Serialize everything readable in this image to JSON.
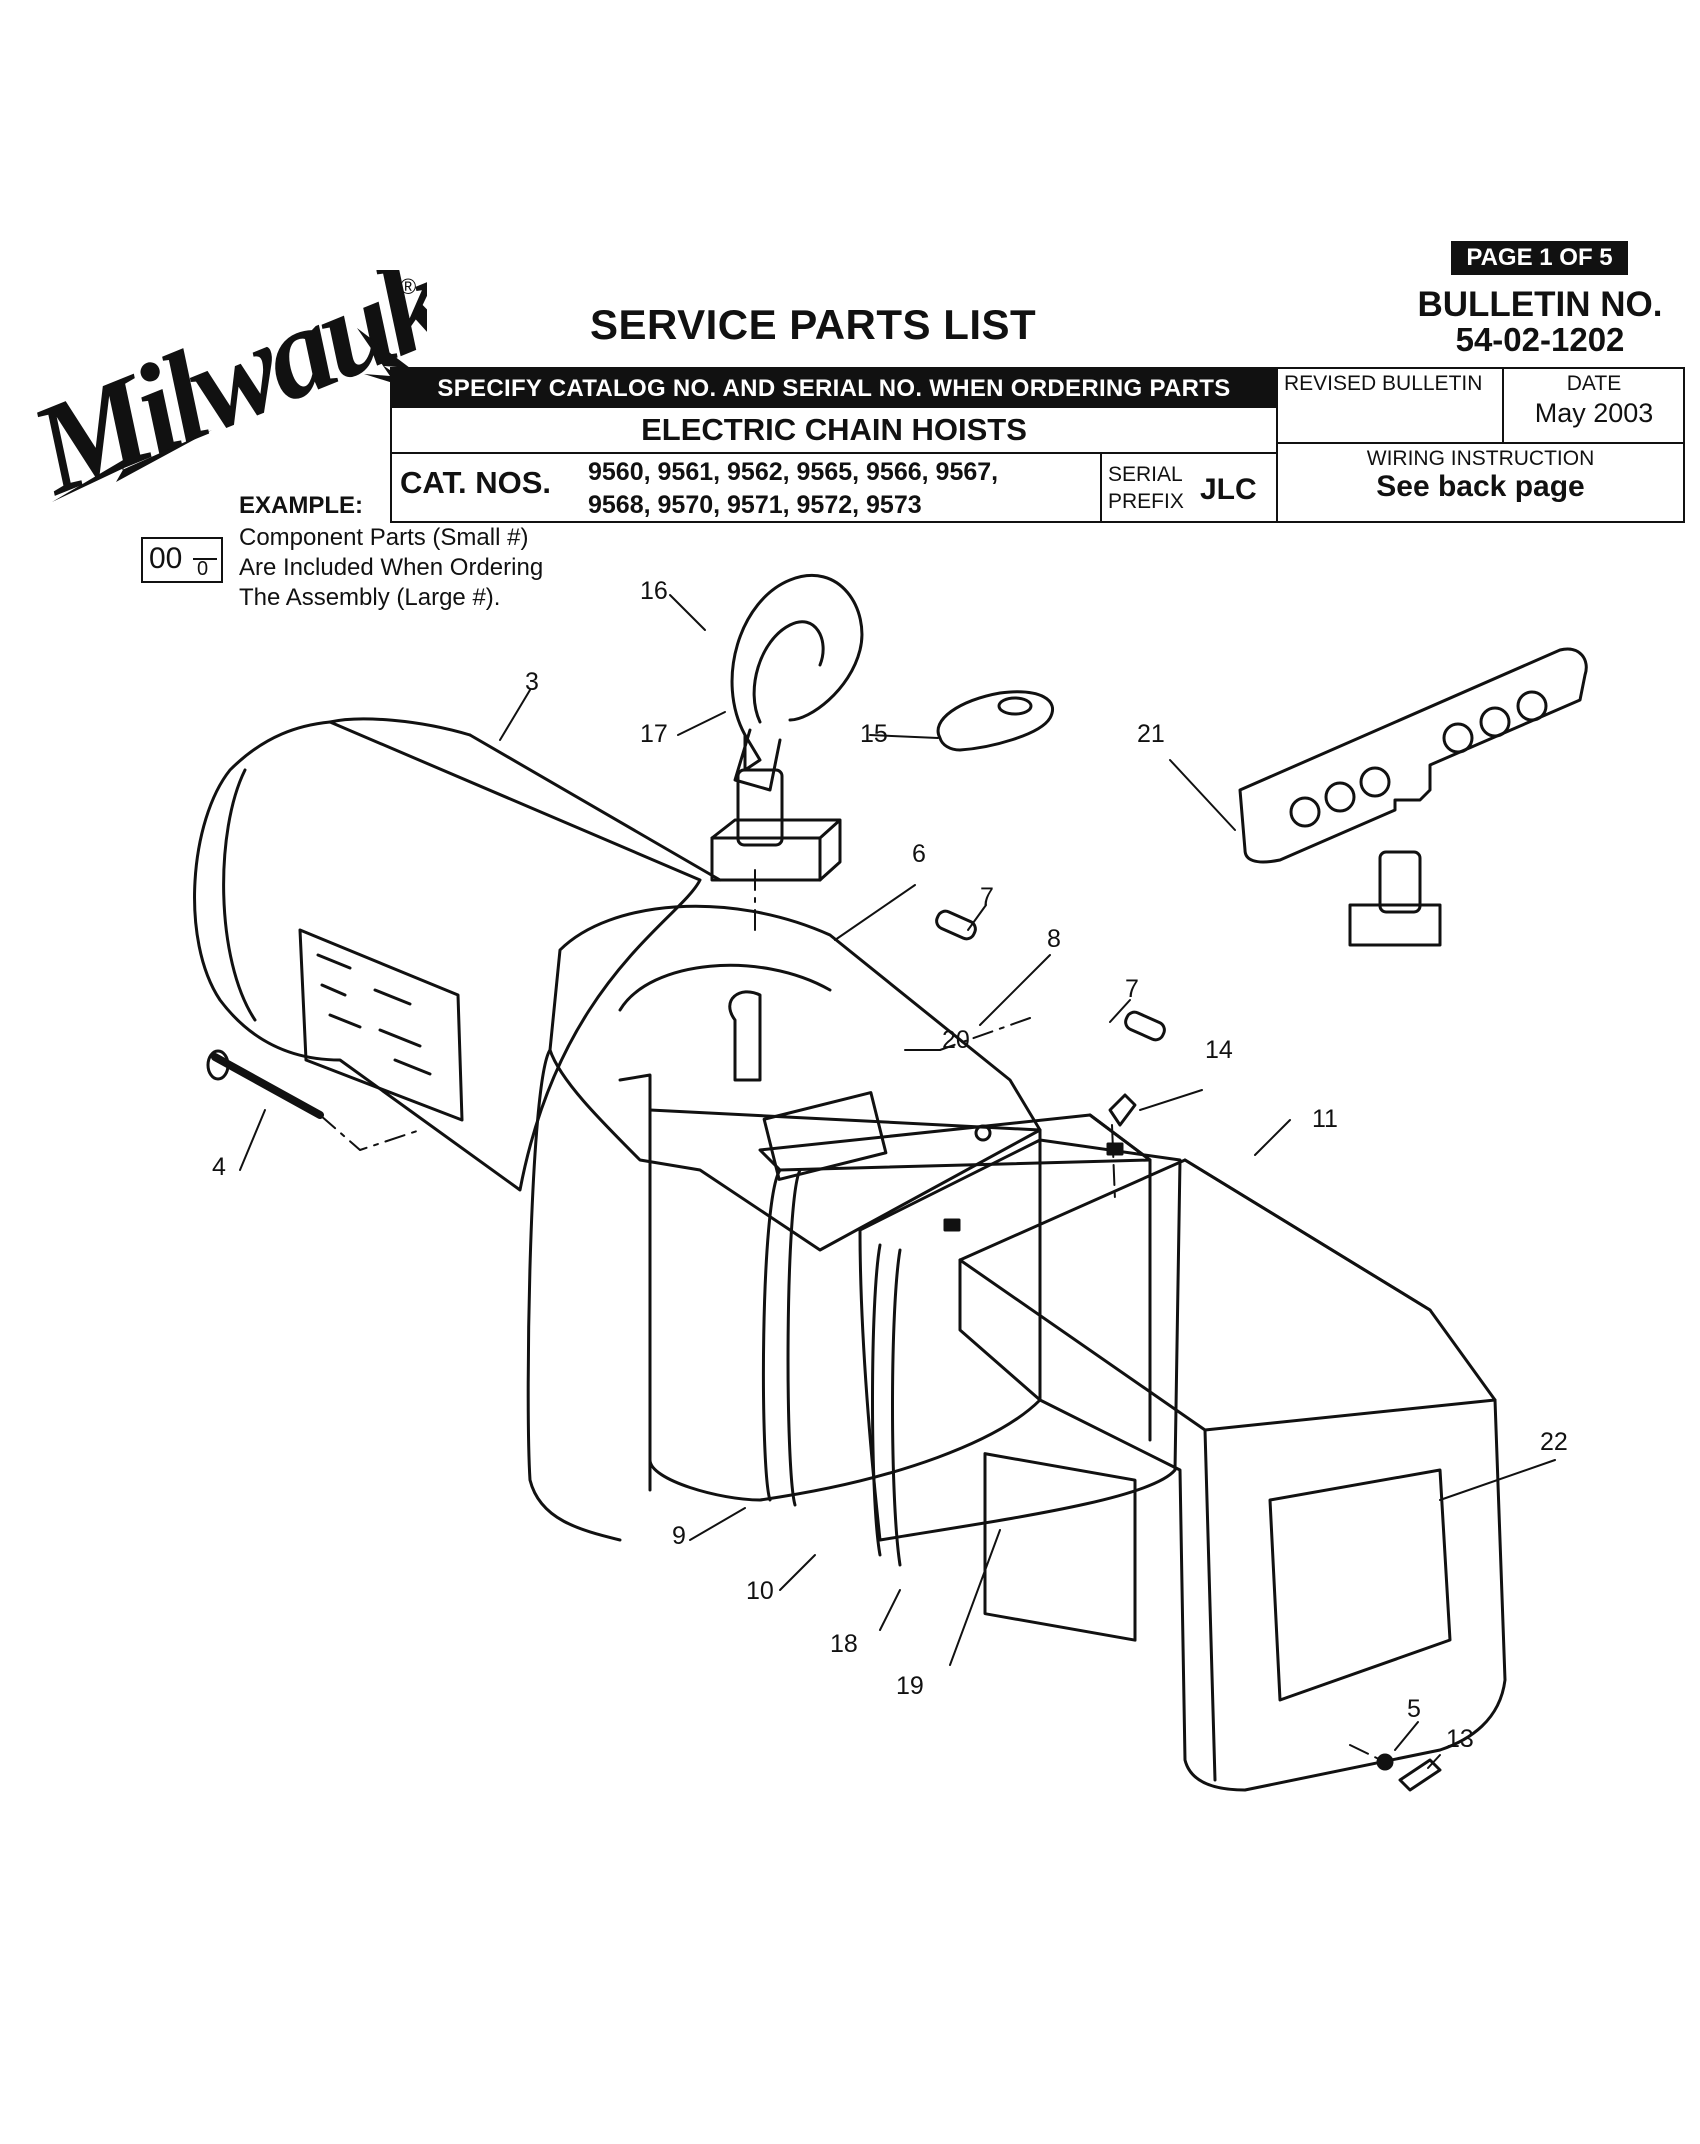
{
  "header": {
    "page_badge": "PAGE 1 OF 5",
    "bulletin_label": "BULLETIN NO.",
    "bulletin_number": "54-02-1202",
    "title": "SERVICE PARTS LIST",
    "logo_text": "Milwaukee",
    "registered_mark": "®"
  },
  "table": {
    "instruction": "SPECIFY CATALOG NO. AND SERIAL NO. WHEN ORDERING PARTS",
    "product_name": "ELECTRIC CHAIN HOISTS",
    "cat_nos_label": "CAT. NOS.",
    "cat_nos_line1": "9560, 9561, 9562, 9565, 9566, 9567,",
    "cat_nos_line2": "9568, 9570, 9571, 9572, 9573",
    "serial_label_1": "SERIAL",
    "serial_label_2": "PREFIX",
    "serial_prefix": "JLC",
    "revised_bulletin_label": "REVISED BULLETIN",
    "date_label": "DATE",
    "date_value": "May 2003",
    "wiring_label": "WIRING INSTRUCTION",
    "wiring_value": "See back page"
  },
  "example": {
    "label": "EXAMPLE:",
    "large_number": "00",
    "small_number": "0",
    "line1": "Component Parts (Small #)",
    "line2": "Are Included When Ordering",
    "line3": "The Assembly (Large #)."
  },
  "callouts": {
    "p3": "3",
    "p4": "4",
    "p5": "5",
    "p6": "6",
    "p7a": "7",
    "p7b": "7",
    "p8": "8",
    "p9": "9",
    "p10": "10",
    "p11": "11",
    "p13": "13",
    "p14": "14",
    "p15": "15",
    "p16": "16",
    "p17": "17",
    "p18": "18",
    "p19": "19",
    "p20": "20",
    "p21": "21",
    "p22": "22"
  }
}
